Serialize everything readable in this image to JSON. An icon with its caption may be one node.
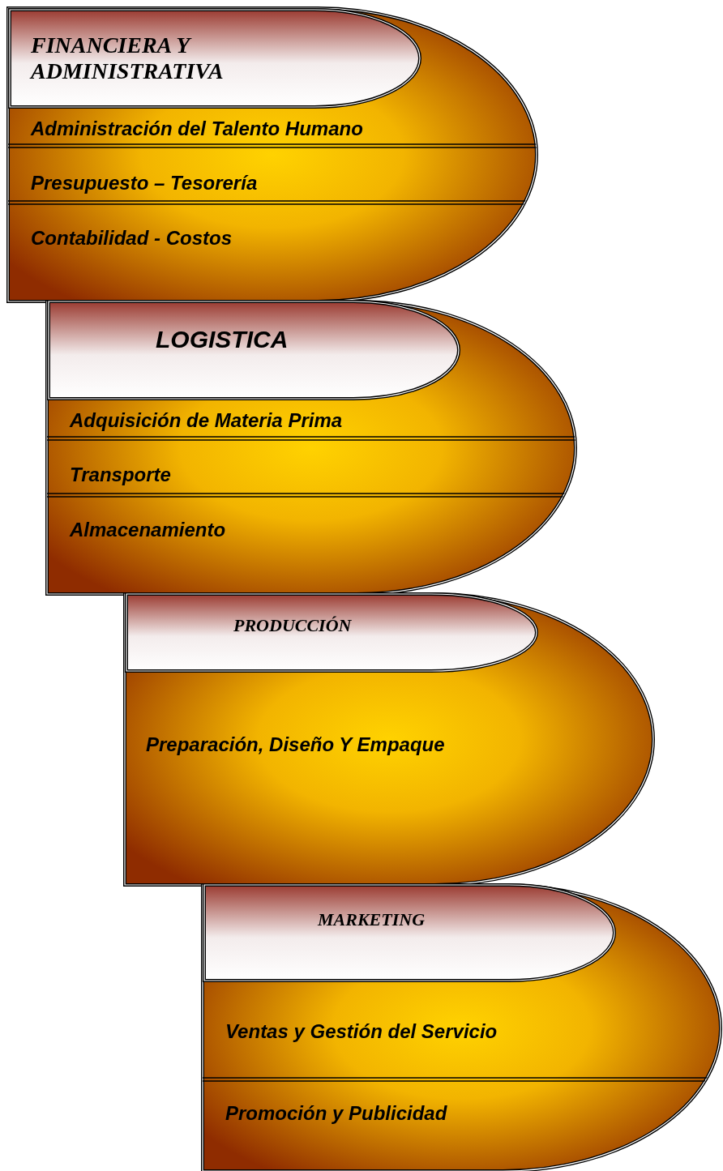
{
  "diagram": {
    "nodes": [
      {
        "text": [
          "Administración del Talento Humano",
          "Presupuesto – Tesorería",
          "Contabilidad - Costos"
        ]
      },
      {
        "text": [
          "FINANCIERA  Y ADMINISTRATIVA"
        ],
        "in": 0
      },
      {
        "text": [
          "Adquisición de Materia Prima",
          "Transporte",
          "Almacenamiento"
        ]
      },
      {
        "text": [
          "LOGISTICA"
        ],
        "in": 2
      },
      {
        "text": [
          "Preparación, Diseño  Y  Empaque"
        ]
      },
      {
        "text": [
          "PRODUCCIÓN"
        ],
        "in": 4
      },
      {
        "text": [
          "Ventas y Gestión del Servicio",
          "Promoción y Publicidad"
        ]
      },
      {
        "text": [
          "MARKETING"
        ],
        "in": 6
      }
    ]
  }
}
